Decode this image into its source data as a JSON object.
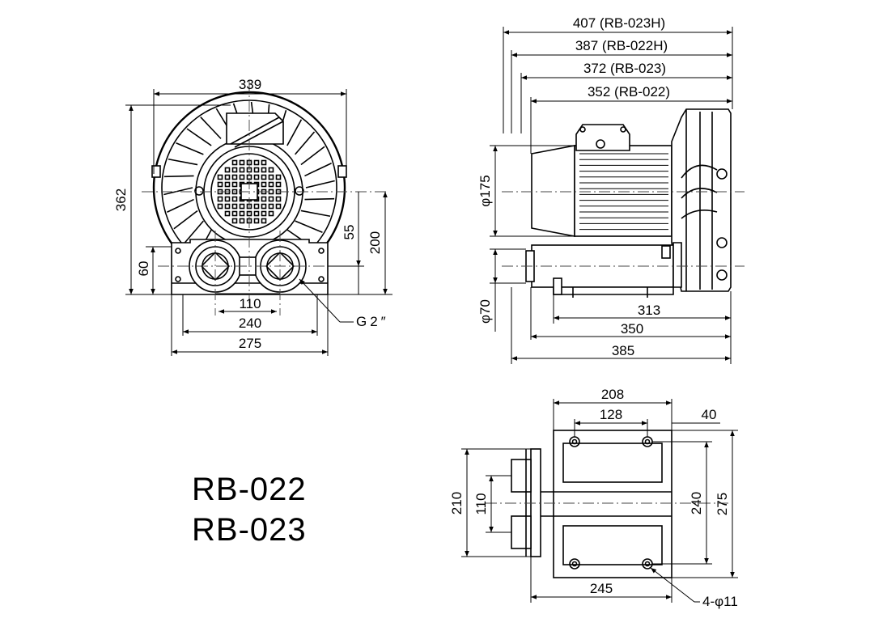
{
  "models": [
    "RB-022",
    "RB-023"
  ],
  "front_view": {
    "width": "339",
    "height": "362",
    "outlet_height": "200",
    "port_offset": "55",
    "base_height": "60",
    "port_spacing": "110",
    "mount_spacing": "240",
    "base_width": "275",
    "port_thread": "G2″"
  },
  "side_view": {
    "overall": [
      "407 (RB-023H)",
      "387 (RB-022H)",
      "372 (RB-023)",
      "352 (RB-022)"
    ],
    "motor_diameter": "φ175",
    "port_diameter": "φ70",
    "length_313": "313",
    "length_350": "350",
    "length_385": "385"
  },
  "bottom_view": {
    "width_208": "208",
    "hole_spacing": "128",
    "offset": "40",
    "height_210": "210",
    "height_110": "110",
    "height_240": "240",
    "height_275": "275",
    "length_245": "245",
    "holes": "4-φ11"
  }
}
